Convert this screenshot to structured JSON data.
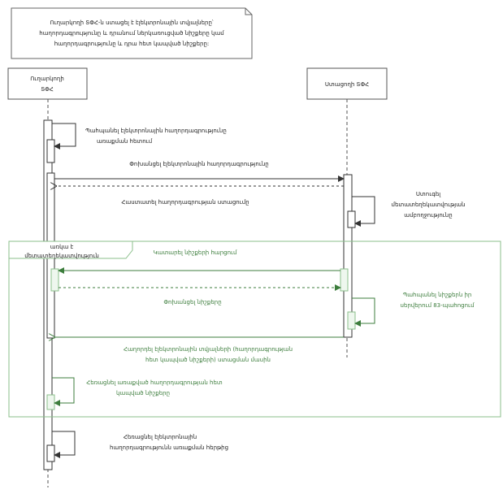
{
  "note": {
    "lines": [
      "Ուղարկողի ՏՓՀ-ն ստացել է էլեկտրոնային տվյալները՝",
      "հաղորդագրությունը և դրանում ներկառուցված նիշքերը կամ",
      "հաղորդագրությունը և դրա հետ կապված նիշքերը:"
    ]
  },
  "participants": {
    "sender": [
      "Ուղարկողի",
      "ՏՓՀ"
    ],
    "receiver": "Ստացողի ՏՓՀ"
  },
  "messages": {
    "m1": [
      "Պահպանել էլեկտրոնային հաղորդագրությունը",
      "առաքման հետում"
    ],
    "m2": "Փոխանցել էլեկտրոնային հաղորդագրությունը",
    "m3": "Հաստատել հաղորդագրության ստացումը",
    "m4": [
      "Ստուգել",
      "մետատեղեկատվության",
      "ամբողջությունը"
    ],
    "fragment": [
      "առկա է",
      "մետատեղեկատվություն"
    ],
    "m5": "Կատարել նիշքերի հարցում",
    "m6": "Փոխանցել նիշքերը",
    "m7": [
      "Պահպանել նիշքերն իր",
      "սերվերում 83-պահոցում"
    ],
    "m8": [
      "Հաղորդել էլեկտրոնային տվյալների (հաղորդագրության",
      "հետ կապված նիշքերի) ստացման մասին"
    ],
    "m9": [
      "Հեռացնել առաքված հաղորդագրության հետ",
      "կապված նիշքերը"
    ],
    "m10": [
      "Հեռացնել էլեկտրոնային",
      "հաղորդագրությունն առաքման հերթից"
    ]
  },
  "colors": {
    "line": "#333333",
    "green": "#3c7d3c",
    "green_light": "#8bbf8b"
  }
}
